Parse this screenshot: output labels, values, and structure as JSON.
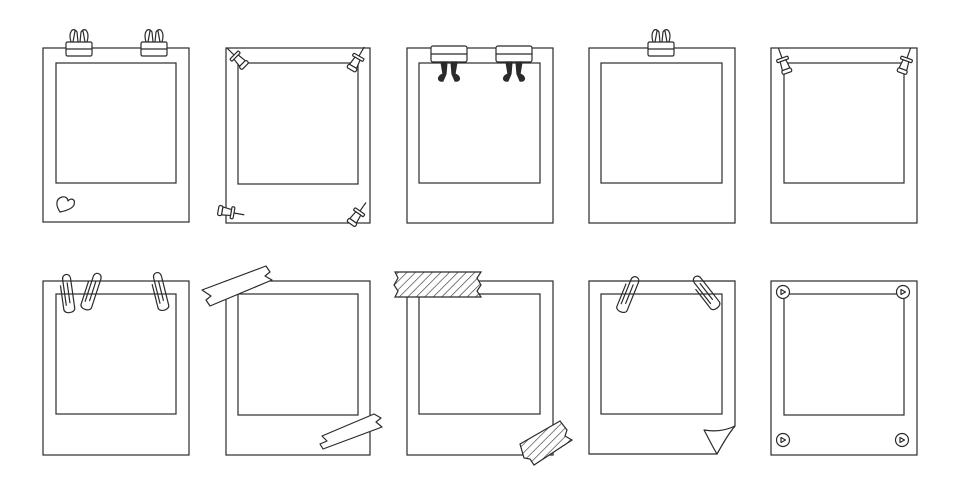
{
  "colors": {
    "ink": "#2b2b2b",
    "paper": "#ffffff",
    "background": "#ffffff"
  },
  "rows": [
    {
      "frames": [
        {
          "id": "frame-1",
          "fasteners": [
            "binder-clip-icon",
            "binder-clip-icon"
          ],
          "decoration": "heart-icon"
        },
        {
          "id": "frame-2",
          "fasteners": [
            "push-pin-icon",
            "push-pin-icon",
            "push-pin-icon",
            "push-pin-icon"
          ],
          "decoration": ""
        },
        {
          "id": "frame-3",
          "fasteners": [
            "binder-clip-icon",
            "binder-clip-icon"
          ],
          "decoration": ""
        },
        {
          "id": "frame-4",
          "fasteners": [
            "binder-clip-icon"
          ],
          "decoration": ""
        },
        {
          "id": "frame-5",
          "fasteners": [
            "push-pin-icon",
            "push-pin-icon"
          ],
          "decoration": ""
        }
      ]
    },
    {
      "frames": [
        {
          "id": "frame-6",
          "fasteners": [
            "paper-clip-icon",
            "paper-clip-icon",
            "paper-clip-icon"
          ],
          "decoration": ""
        },
        {
          "id": "frame-7",
          "fasteners": [
            "washi-tape-icon",
            "washi-tape-icon"
          ],
          "decoration": ""
        },
        {
          "id": "frame-8",
          "fasteners": [
            "striped-tape-icon",
            "striped-tape-icon"
          ],
          "decoration": ""
        },
        {
          "id": "frame-9",
          "fasteners": [
            "paper-clip-icon",
            "paper-clip-icon"
          ],
          "decoration": "curled-corner-icon"
        },
        {
          "id": "frame-10",
          "fasteners": [
            "photo-corner-icon",
            "photo-corner-icon",
            "photo-corner-icon",
            "photo-corner-icon"
          ],
          "decoration": ""
        }
      ]
    }
  ]
}
